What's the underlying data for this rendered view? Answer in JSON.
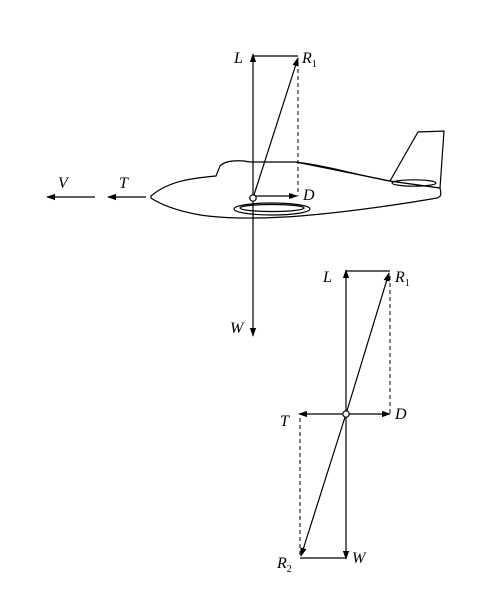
{
  "top_diagram": {
    "labels": {
      "lift": "L",
      "resultant_base": "R",
      "resultant_sub": "1",
      "drag": "D",
      "weight": "W",
      "thrust": "T",
      "velocity": "V"
    }
  },
  "bottom_diagram": {
    "labels": {
      "lift": "L",
      "resultant1_base": "R",
      "resultant1_sub": "1",
      "drag": "D",
      "thrust": "T",
      "resultant2_base": "R",
      "resultant2_sub": "2",
      "weight": "W"
    }
  }
}
